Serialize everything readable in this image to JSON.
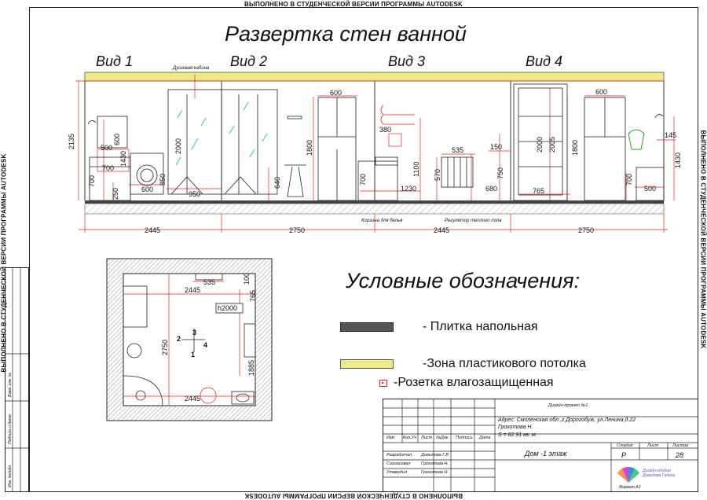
{
  "watermark": "ВЫПОЛНЕНО В СТУДЕНЧЕСКОЙ ВЕРСИИ ПРОГРАММЫ AUTODESK",
  "title": "Развертка стен ванной",
  "views": [
    "Вид 1",
    "Вид 2",
    "Вид 3",
    "Вид 4"
  ],
  "elevation": {
    "shower_label": "Душевая кабина",
    "height_total": "2135",
    "dims": {
      "d500": "500",
      "d600a": "600",
      "d1430a": "1430",
      "d700a": "700",
      "d250": "250",
      "d700b": "700",
      "d600b": "600",
      "d850": "850",
      "d2000a": "2000",
      "d950": "950",
      "d640": "640",
      "d1800a": "1800",
      "d600c": "600",
      "d700c": "700",
      "d1230": "1230",
      "d1100": "1100",
      "d380": "380",
      "d570": "570",
      "d535": "535",
      "d150": "150",
      "d750": "750",
      "d680": "680",
      "d2000b": "2000",
      "d2005": "2005",
      "d765": "765",
      "d600d": "600",
      "d1800b": "1800",
      "d700d": "700",
      "d500b": "500",
      "d145": "145",
      "d1430b": "1430"
    },
    "bottom_dims": [
      "2445",
      "2750",
      "2445",
      "2750"
    ],
    "note_basket": "Корзина для белья",
    "note_radiator": "Регулятор теплого пола"
  },
  "plan": {
    "d535": "535",
    "d100": "100",
    "d2445a": "2445",
    "d765": "765",
    "h2000": "h2000",
    "d2750": "2750",
    "d1885": "1885",
    "d2445b": "2445",
    "markers": [
      "1",
      "2",
      "3",
      "4"
    ]
  },
  "legend": {
    "title": "Условные обозначения:",
    "items": [
      "- Плитка напольная",
      "-Зона пластикового потолка",
      "-Розетка влагозащищенная"
    ]
  },
  "colors": {
    "ceiling": "#eeea8a",
    "tile": "#555555",
    "dim": "#e22222",
    "glass": "#4fc3c3"
  },
  "titleblock": {
    "project": "Дизайн-проект №1",
    "address": "Адрес: Смоленская обл.,г.Дорогобуж, ул.Ленина,д.22",
    "client": "Грохотова Н.",
    "area": "S = 82.91 кв. м.",
    "cols": [
      "Изм",
      "Кол.Уч",
      "Лист",
      "№Док",
      "Подпись",
      "Дата"
    ],
    "rows": [
      {
        "role": "Разработал",
        "name": "Довыдова Г.В"
      },
      {
        "role": "Согласовал",
        "name": "Грохотова Н."
      },
      {
        "role": "Утвердил",
        "name": "Грохотова Н."
      }
    ],
    "sheet_name": "Дом -1 этаж",
    "stage_h": "Стадия",
    "sheet_h": "Лист",
    "sheets_h": "Листов",
    "stage": "Р",
    "sheets": "28",
    "studio": "Дизайн-студия Довыдова Галина",
    "format": "Формат А3"
  },
  "side_stamp": [
    "Инв. №подл.",
    "Подпись и дата",
    "Взам. инв. №"
  ]
}
